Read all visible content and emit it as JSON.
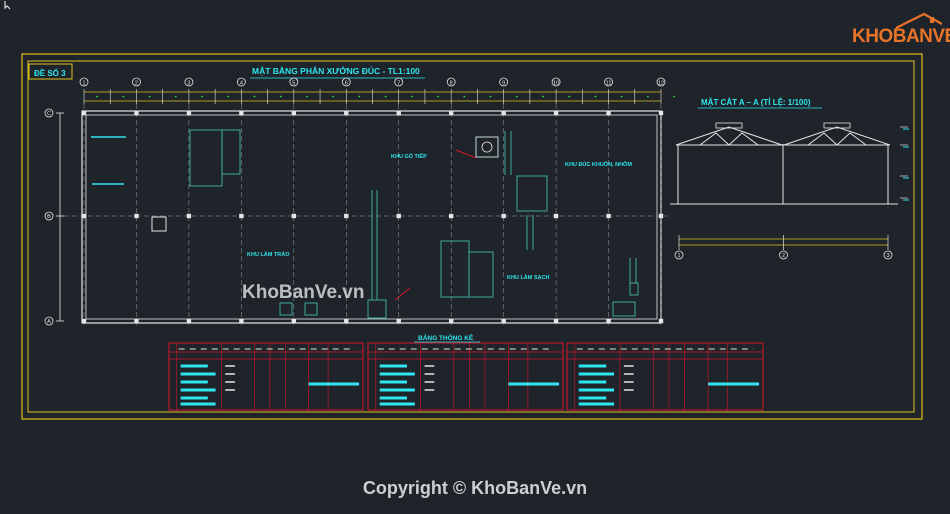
{
  "drawing": {
    "sheet_label": "ĐỀ SỐ 3",
    "plan_title": "MẶT BẰNG PHÂN XƯỞNG ĐÚC - TL1:100",
    "section_title": "MẶT CẮT A – A (TỈ LỆ: 1/100)",
    "stats_title": "BẢNG THỐNG KÊ",
    "grid_columns": [
      "1",
      "2",
      "3",
      "4",
      "5",
      "6",
      "7",
      "8",
      "9",
      "10",
      "11",
      "12"
    ],
    "grid_rows": [
      "C",
      "B",
      "A"
    ],
    "section_axes": [
      "1",
      "2",
      "3"
    ],
    "zones": {
      "welding": "KHU GÒ TIẾP",
      "casting": "KHU ĐÚC KHUÔN, NHÔM",
      "pit": "KHU LÀM TRÁO",
      "cleaning": "KHU LÀM SẠCH"
    }
  },
  "branding": {
    "logo": "KHOBANVE",
    "watermark": "KhoBanVe.vn",
    "copyright": "Copyright © KhoBanVe.vn"
  },
  "icons": [
    "cursor-icon",
    "house-roof-icon"
  ],
  "colors": {
    "background": "#1f232a",
    "frame": "#e0c21c",
    "structure": "#e6e6e6",
    "annotation": "#2fe6ee",
    "equipment": "#3fb8a8",
    "table": "#d4162a",
    "logo": "#e8742a"
  }
}
